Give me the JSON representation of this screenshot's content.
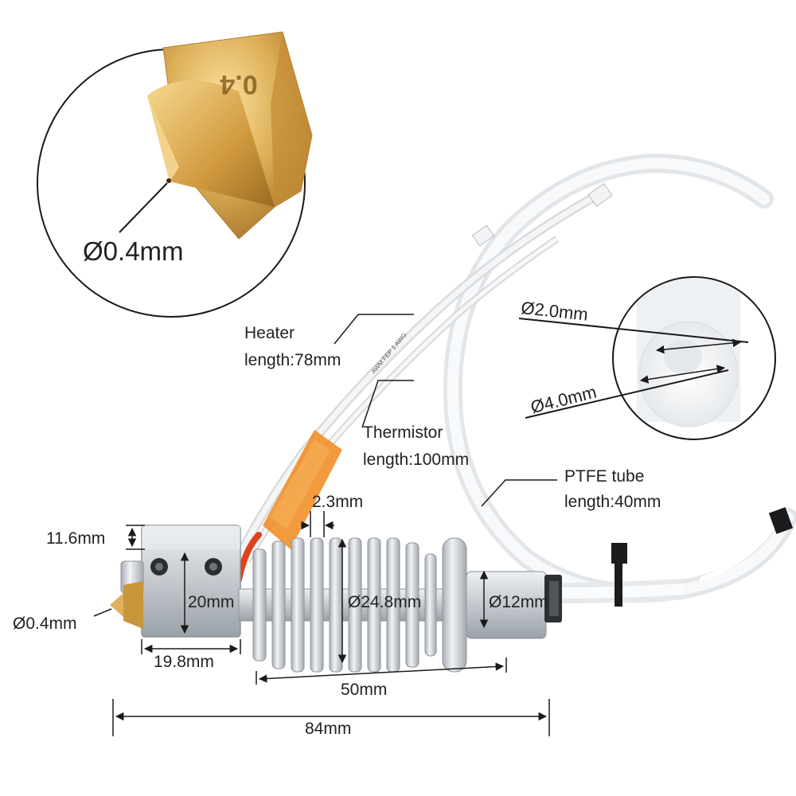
{
  "colors": {
    "brass": "#d9a441",
    "aluminum": "#cfd3d7",
    "ptfe": "#f2f4f6",
    "kapton": "#f08a1c",
    "dimension_line": "#1a1a1a",
    "text": "#222222"
  },
  "nozzle_detail": {
    "engraving": "0.4",
    "dimension": "Ø0.4mm"
  },
  "tube_detail": {
    "inner_dimension": "Ø2.0mm",
    "outer_dimension": "Ø4.0mm"
  },
  "callouts": {
    "heater_name": "Heater",
    "heater_length": "length:78mm",
    "thermistor_name": "Thermistor",
    "thermistor_length": "length:100mm",
    "ptfe_name": "PTFE tube",
    "ptfe_length": "length:40mm"
  },
  "dimensions": {
    "block_height": "11.6mm",
    "fin_thickness": "2.3mm",
    "block_side": "20mm",
    "nozzle": "Ø0.4mm",
    "heatsink_diameter": "Ø24.8mm",
    "throat_diameter": "Ø12mm",
    "block_width": "19.8mm",
    "heatsink_length": "50mm",
    "total_length": "84mm"
  },
  "wire_marking": "AWM FEP 1 AWG"
}
